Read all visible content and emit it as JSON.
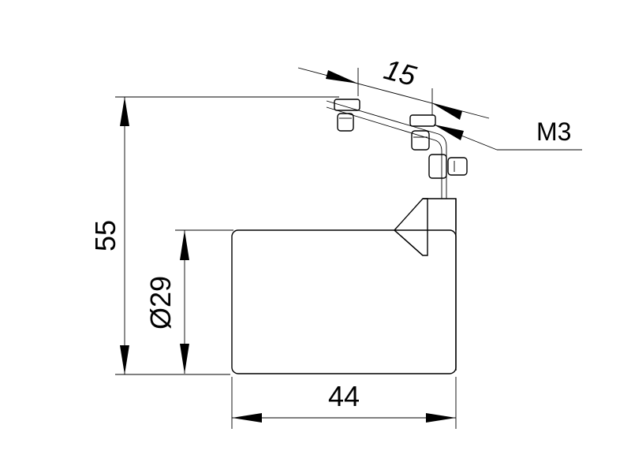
{
  "drawing": {
    "dimensions": {
      "width": "44",
      "height": "55",
      "diameter": "Ø29",
      "spacing": "15",
      "thread": "M3"
    }
  }
}
